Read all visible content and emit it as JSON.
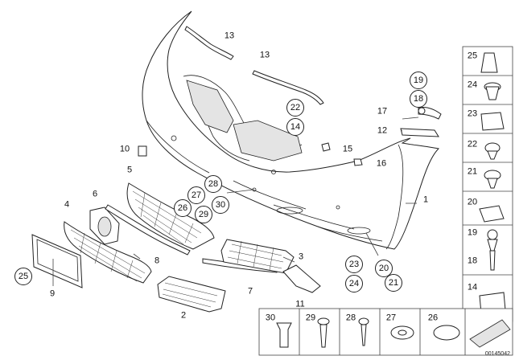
{
  "labels": {
    "l1": "1",
    "l2": "2",
    "l3": "3",
    "l4": "4",
    "l5": "5",
    "l6": "6",
    "l7": "7",
    "l8": "8",
    "l9": "9",
    "l10": "10",
    "l11": "11",
    "l12": "12",
    "l13a": "13",
    "l13b": "13",
    "l15": "15",
    "l16": "16",
    "l17": "17",
    "c14": "14",
    "c18": "18",
    "c19": "19",
    "c20": "20",
    "c21": "21",
    "c22": "22",
    "c23": "23",
    "c24": "24",
    "c25": "25",
    "c26": "26",
    "c27": "27",
    "c28": "28",
    "c29": "29",
    "c30": "30"
  },
  "side_panel": [
    "25",
    "24",
    "23",
    "22",
    "21",
    "20",
    "19",
    "18",
    "14"
  ],
  "bottom_panel": [
    "30",
    "29",
    "28",
    "27",
    "26"
  ],
  "drawing_code": "00145042"
}
